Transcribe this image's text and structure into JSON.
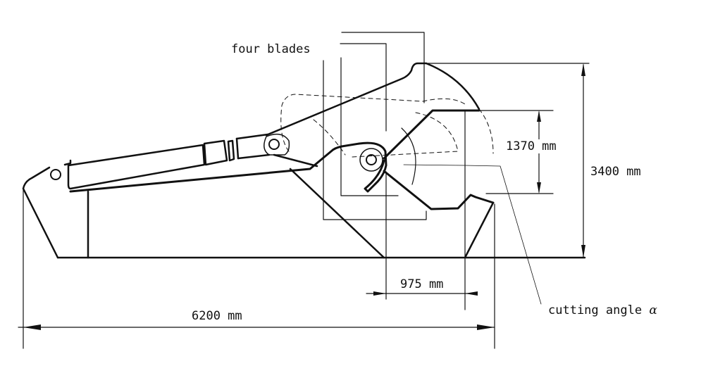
{
  "labels": {
    "four_blades": "four blades",
    "dim_height_total": "3400 mm",
    "dim_jaw_opening": "1370 mm",
    "dim_jaw_width": "975 mm",
    "dim_length_total": "6200 mm",
    "cutting_angle": "cutting angle",
    "cutting_angle_symbol": "α"
  }
}
